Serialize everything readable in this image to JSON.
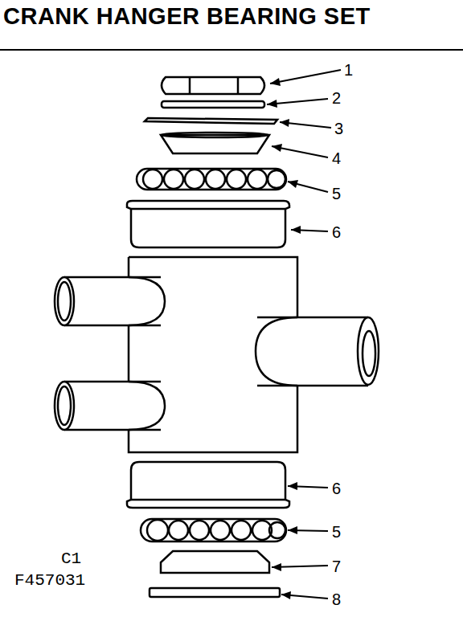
{
  "diagram": {
    "title": "CRANK HANGER BEARING SET",
    "labels": [
      "1",
      "2",
      "3",
      "4",
      "5",
      "6",
      "6",
      "5",
      "7",
      "8",
      "C1",
      "F457031"
    ]
  }
}
